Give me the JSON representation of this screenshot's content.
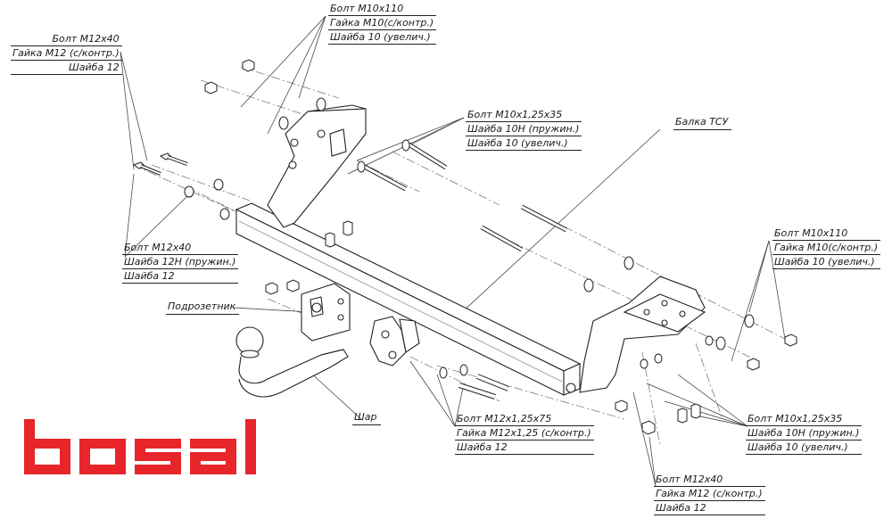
{
  "colors": {
    "brand": "#e8252a",
    "line": "#2b2b2b"
  },
  "brand_logo": "bosal",
  "labels": {
    "bolt_m10x110_top": [
      "Болт М10х110",
      "Гайка М10(с/контр.)",
      "Шайба 10 (увелич.)"
    ],
    "bolt_m12x40_left_top": [
      "Болт М12х40",
      "Гайка М12 (с/контр.)",
      "Шайба 12"
    ],
    "bolt_m10x125x35_top": [
      "Болт М10х1,25х35",
      "Шайба 10Н (пружин.)",
      "Шайба 10 (увелич.)"
    ],
    "beam": "Балка ТСУ",
    "bolt_m10x110_right": [
      "Болт М10х110",
      "Гайка М10(с/контр.)",
      "Шайба 10 (увелич.)"
    ],
    "bolt_m12x40_left_mid": [
      "Болт М12х40",
      "Шайба 12Н (пружин.)",
      "Шайба 12"
    ],
    "socket_plate": "Подрозетник",
    "ball": "Шар",
    "bolt_m12x125x75": [
      "Болт М12х1,25х75",
      "Гайка М12х1,25 (с/контр.)",
      "Шайба 12"
    ],
    "bolt_m10x125x35_right": [
      "Болт М10х1,25х35",
      "Шайба 10Н (пружин.)",
      "Шайба 10 (увелич.)"
    ],
    "bolt_m12x40_bottom": [
      "Болт М12х40",
      "Гайка М12 (с/контр.)",
      "Шайба 12"
    ]
  }
}
